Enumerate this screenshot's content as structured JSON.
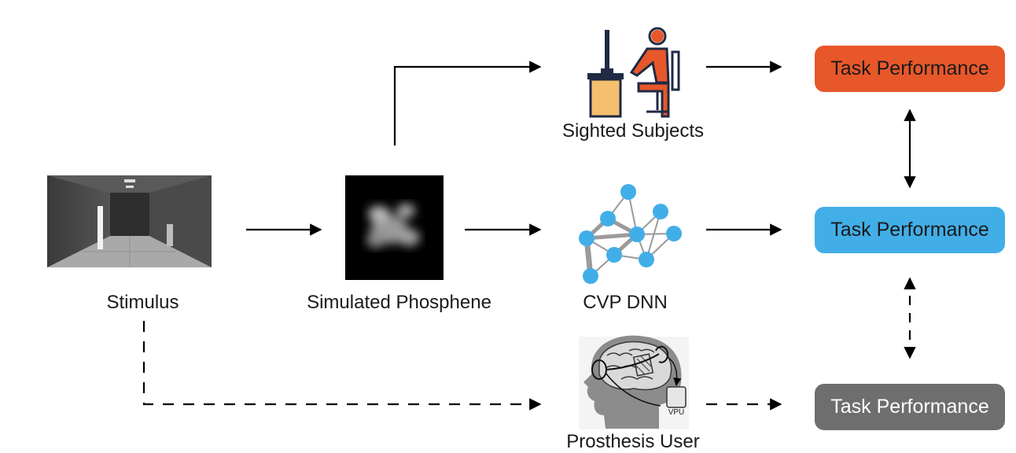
{
  "nodes": {
    "stimulus": {
      "label": "Stimulus"
    },
    "phosphene": {
      "label": "Simulated Phosphene"
    },
    "sighted": {
      "label": "Sighted Subjects"
    },
    "cvp": {
      "label": "CVP DNN"
    },
    "prosthesis": {
      "label": "Prosthesis User",
      "device_label": "VPU"
    }
  },
  "outcomes": [
    {
      "label": "Task Performance",
      "color": "#e8572a"
    },
    {
      "label": "Task Performance",
      "color": "#42aee8"
    },
    {
      "label": "Task Performance",
      "color": "#6e6e6e"
    }
  ],
  "colors": {
    "orange": "#e8572a",
    "blue": "#42aee8",
    "gray": "#6e6e6e",
    "desk": "#f4c06f",
    "navy": "#1f2a44"
  }
}
